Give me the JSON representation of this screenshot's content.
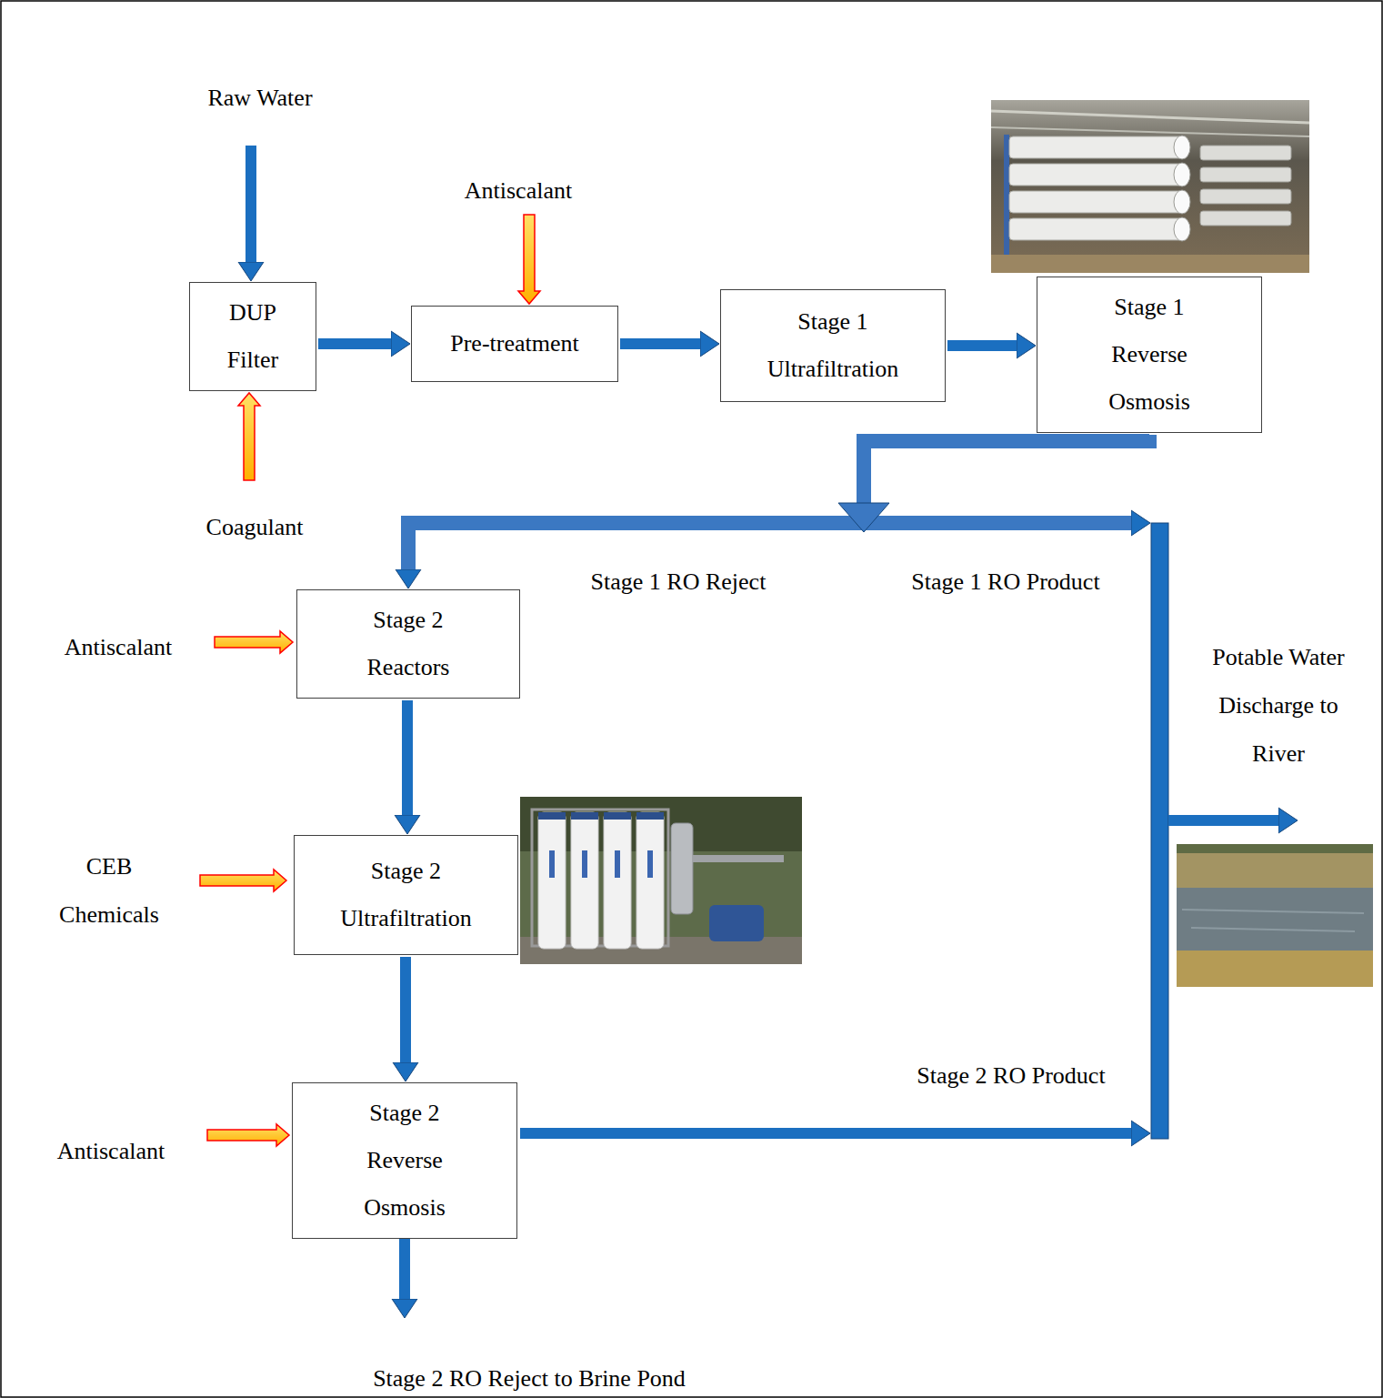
{
  "diagram": {
    "nodes": [
      {
        "text": [
          "DUP Filter"
        ]
      },
      {
        "text": [
          "Pre-treatment"
        ]
      },
      {
        "text": [
          "Stage 1 Ultrafiltration"
        ]
      },
      {
        "text": [
          "Stage 1 Reverse Osmosis"
        ]
      },
      {
        "text": [
          "Stage 2 Reactors"
        ]
      },
      {
        "text": [
          "Stage 2 Ultrafiltration"
        ]
      },
      {
        "text": [
          "Stage 2 Reverse Osmosis"
        ]
      }
    ],
    "edges": [
      {
        "from": 0,
        "to": 1,
        "arrow": "to"
      },
      {
        "from": 1,
        "to": 2,
        "arrow": "to"
      },
      {
        "from": 2,
        "to": 3,
        "arrow": "to"
      },
      {
        "from": 3,
        "to": 4,
        "arrow": "to",
        "label": "Stage 1 RO Reject"
      },
      {
        "from": 4,
        "to": 5,
        "arrow": "to"
      },
      {
        "from": 5,
        "to": 6,
        "arrow": "to"
      }
    ],
    "labels": [
      "Raw Water",
      "Antiscalant",
      "Coagulant",
      "Stage 1 RO Product",
      "Antiscalant",
      "Potable Water Discharge to River",
      "CEB Chemicals",
      "Stage 2 RO Product",
      "Antiscalant",
      "Stage 2 RO Reject to Brine Pond"
    ]
  }
}
